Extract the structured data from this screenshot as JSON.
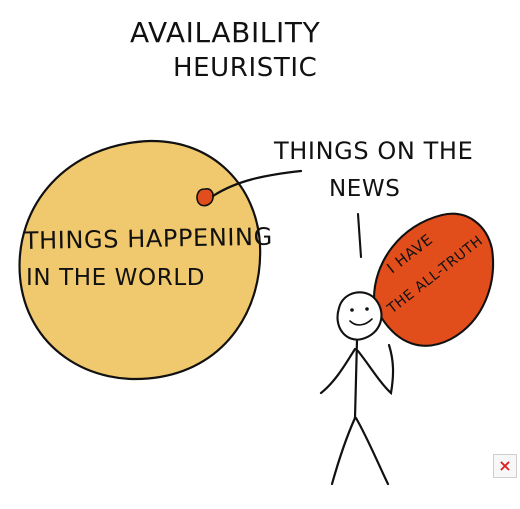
{
  "title_line_1": "AVAILABILITY",
  "title_line_2": "HEURISTIC",
  "world_label_line_1": "THINGS HAPPENING",
  "world_label_line_2": "IN THE WORLD",
  "news_label_line_1": "THINGS ON THE",
  "news_label_line_2": "NEWS",
  "speech_line_1": "I HAVE",
  "speech_line_2": "THE ALL-TRUTH",
  "colors": {
    "world": "#f0c86d",
    "news": "#e24d1c",
    "ink": "#111111",
    "speech": "#e24d1c",
    "background": "#ffffff",
    "close": "#dd2222"
  },
  "close_icon": "×"
}
